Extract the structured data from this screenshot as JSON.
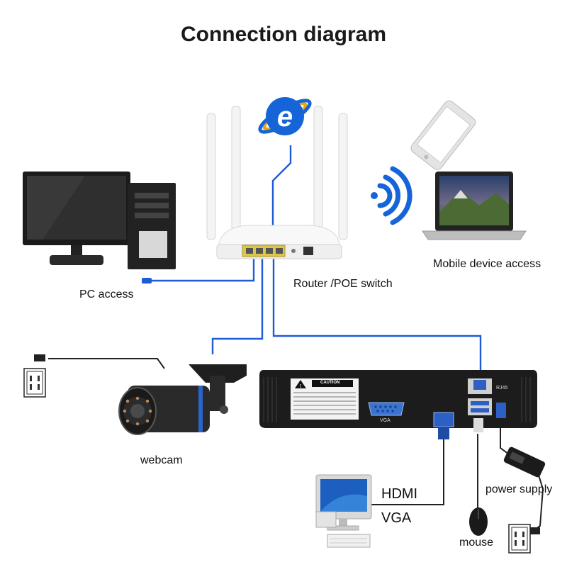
{
  "title": "Connection diagram",
  "labels": {
    "pc_access": "PC access",
    "router": "Router /POE switch",
    "mobile": "Mobile device access",
    "webcam": "webcam",
    "hdmi": "HDMI",
    "vga": "VGA",
    "mouse": "mouse",
    "power_supply": "power supply"
  },
  "nvr": {
    "caution": "CAUTION",
    "vga_port": "VGA",
    "rj45_port": "RJ45"
  },
  "colors": {
    "cable": "#1e5bd6",
    "ie_blue": "#1565d8",
    "device_dark": "#1c1c1c"
  }
}
